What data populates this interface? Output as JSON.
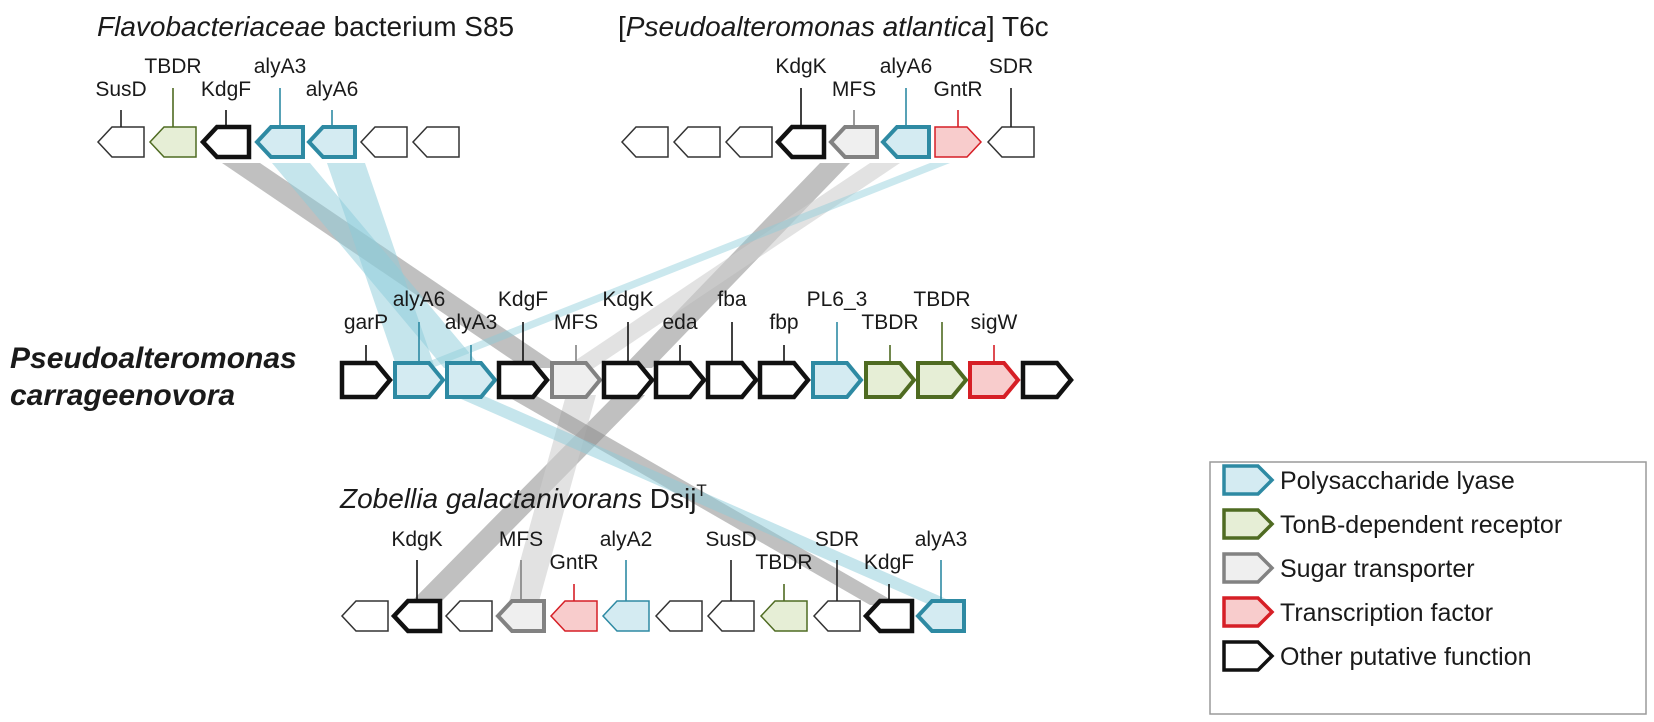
{
  "colors": {
    "pl_stroke": "#2e8aa3",
    "pl_fill": "#d4ebf2",
    "tbdr_stroke": "#4f6b22",
    "tbdr_fill": "#e6eed6",
    "sugar_stroke": "#828282",
    "sugar_fill": "#efefef",
    "tf_stroke": "#d61f26",
    "tf_fill": "#f8cccc",
    "other_stroke": "#111111",
    "other_fill": "#ffffff",
    "plain_stroke": "#333333",
    "plain_fill": "#ffffff",
    "link_gray": "#8c8c8c",
    "link_light": "#cfcfcf",
    "link_blue": "#8ccbd9"
  },
  "organisms": {
    "flavo": {
      "italic": "Flavobacteriaceae",
      "rest": " bacterium S85"
    },
    "pseudo_atl": {
      "pre": "[",
      "italic": "Pseudoalteromonas atlantica",
      "rest": "] T6c"
    },
    "carr_line1": "Pseudoalteromonas",
    "carr_line2": "carrageenovora",
    "zob": {
      "italic": "Zobellia galactanivorans",
      "rest": " Dsij",
      "sup": "T"
    }
  },
  "gene_labels": {
    "flavo": [
      "SusD",
      "TBDR",
      "KdgF",
      "alyA3",
      "alyA6"
    ],
    "pseudo_atl": [
      "KdgK",
      "MFS",
      "alyA6",
      "GntR",
      "SDR"
    ],
    "carr": [
      "garP",
      "alyA6",
      "alyA3",
      "KdgF",
      "MFS",
      "KdgK",
      "eda",
      "fba",
      "fbp",
      "PL6_3",
      "TBDR",
      "TBDR",
      "sigW"
    ],
    "zob": [
      "KdgK",
      "MFS",
      "GntR",
      "alyA2",
      "SusD",
      "TBDR",
      "SDR",
      "KdgF",
      "alyA3"
    ]
  },
  "legend": {
    "items": [
      {
        "label": "Polysaccharide lyase",
        "type": "pl"
      },
      {
        "label": "TonB-dependent receptor",
        "type": "tbdr"
      },
      {
        "label": "Sugar transporter",
        "type": "sugar"
      },
      {
        "label": "Transcription factor",
        "type": "tf"
      },
      {
        "label": "Other putative function",
        "type": "other"
      }
    ]
  }
}
